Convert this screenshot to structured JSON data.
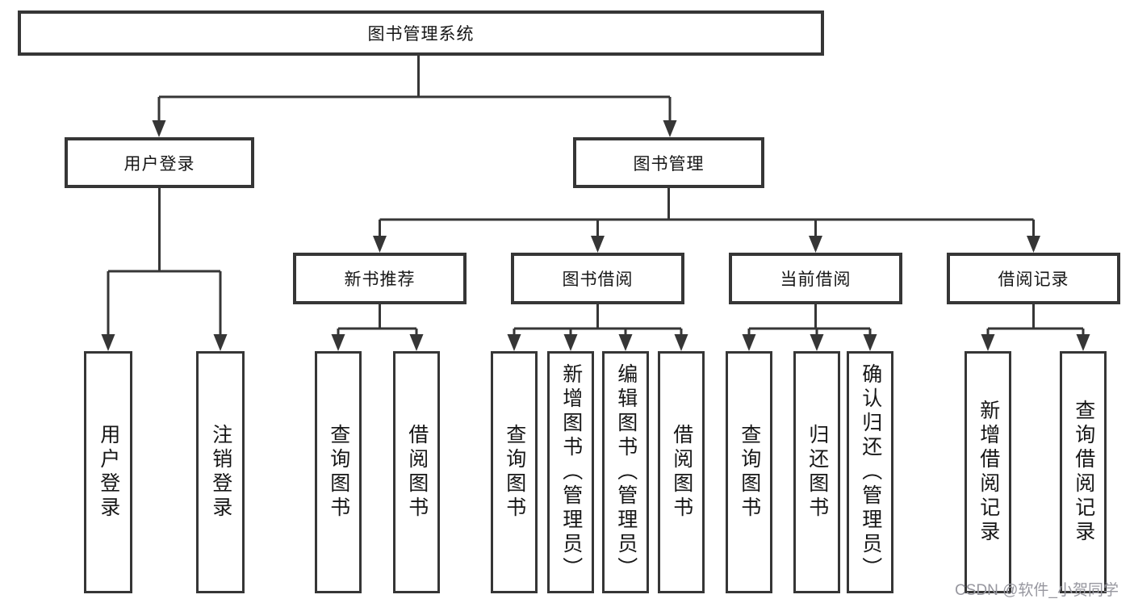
{
  "nodes": {
    "root": "图书管理系统",
    "user_login": "用户登录",
    "book_mgmt": "图书管理",
    "new_book_rec": "新书推荐",
    "book_borrow": "图书借阅",
    "current_borrow": "当前借阅",
    "borrow_record": "借阅记录",
    "user_login_leaf": "用户登录",
    "logout_leaf": "注销登录",
    "rec_query_books": "查询图书",
    "rec_borrow_books": "借阅图书",
    "bb_query_books": "查询图书",
    "bb_add_books": "新增图书（管理员）",
    "bb_edit_books": "编辑图书（管理员）",
    "bb_borrow_books": "借阅图书",
    "cb_query_books": "查询图书",
    "cb_return_books": "归还图书",
    "cb_confirm_return": "确认归还（管理员）",
    "br_add_record": "新增借阅记录",
    "br_query_record": "查询借阅记录"
  },
  "watermark": "CSDN @软件_小贺同学",
  "colors": {
    "line": "#363636",
    "box_border": "#363636",
    "box_fill": "#ffffff",
    "text": "#161616",
    "watermark": "#97979f"
  }
}
